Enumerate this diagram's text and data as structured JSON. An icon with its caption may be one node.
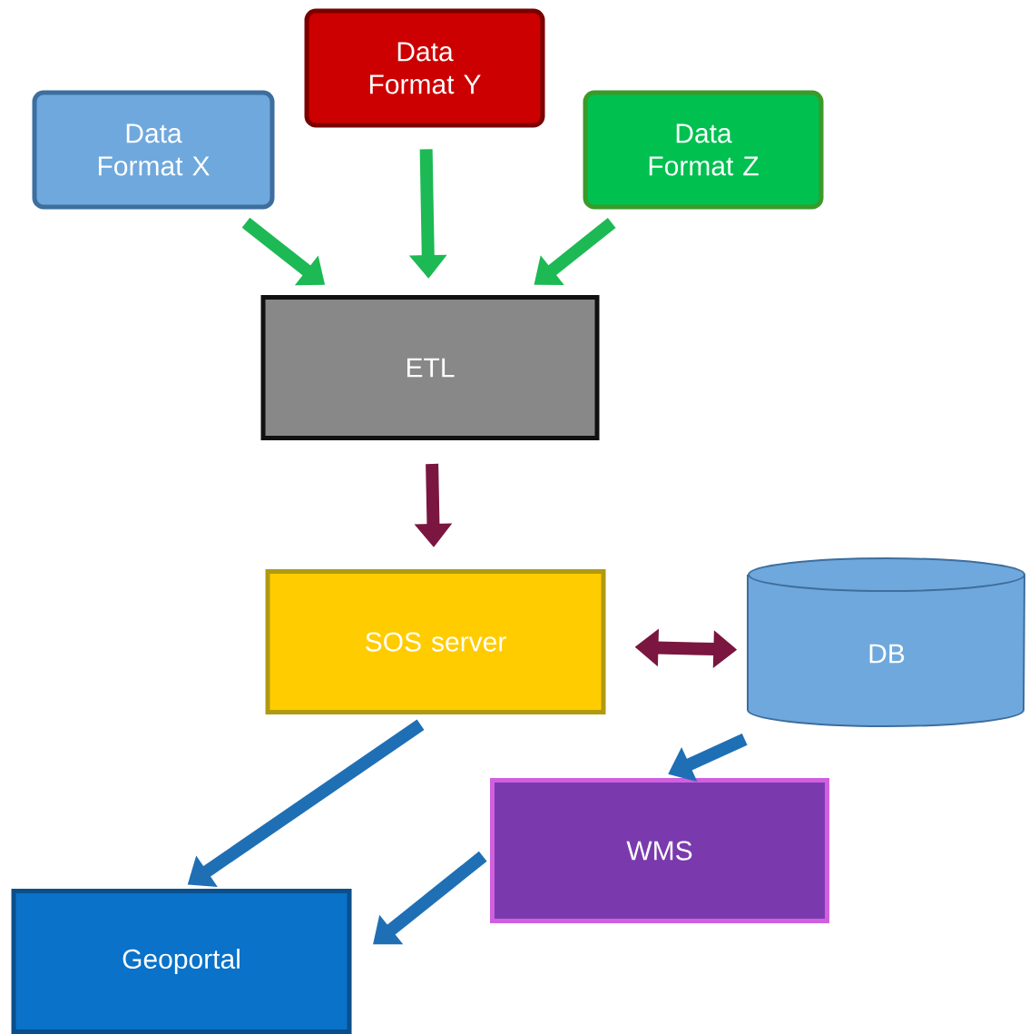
{
  "diagram": {
    "nodes": [
      {
        "text": [
          "Data Format X"
        ]
      },
      {
        "text": [
          "Data Format Y"
        ]
      },
      {
        "text": [
          "Data Format Z"
        ]
      },
      {
        "text": [
          "ETL"
        ]
      },
      {
        "text": [
          "SOS server"
        ]
      },
      {
        "text": [
          "DB"
        ]
      },
      {
        "text": [
          "WMS"
        ]
      },
      {
        "text": [
          "Geoportal"
        ]
      }
    ],
    "edges": [
      {
        "from": 0,
        "to": 3,
        "arrow": "to",
        "color": "#1db954"
      },
      {
        "from": 1,
        "to": 3,
        "arrow": "to",
        "color": "#1db954"
      },
      {
        "from": 2,
        "to": 3,
        "arrow": "to",
        "color": "#1db954"
      },
      {
        "from": 3,
        "to": 4,
        "arrow": "to",
        "color": "#7a1640"
      },
      {
        "from": 4,
        "to": 5,
        "arrow": "both",
        "color": "#7a1640"
      },
      {
        "from": 5,
        "to": 6,
        "arrow": "to",
        "color": "#1f6fb5"
      },
      {
        "from": 4,
        "to": 7,
        "arrow": "to",
        "color": "#1f6fb5"
      },
      {
        "from": 6,
        "to": 7,
        "arrow": "to",
        "color": "#1f6fb5"
      }
    ]
  }
}
